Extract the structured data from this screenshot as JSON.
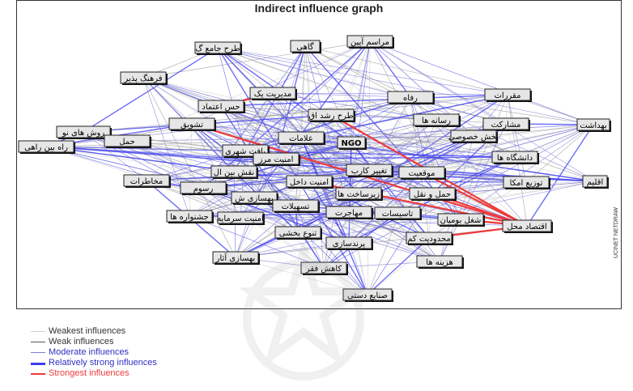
{
  "title": "Indirect influence graph",
  "side_note": "UCINET NETDRAW",
  "legend": [
    {
      "label": "Weakest influences",
      "color": "#cfcfcf",
      "width": 1
    },
    {
      "label": "Weak influences",
      "color": "#555555",
      "width": 1
    },
    {
      "label": "Moderate influences",
      "color": "#7f7fd8",
      "width": 1
    },
    {
      "label": "Relatively strong influences",
      "color": "#3c3cf0",
      "width": 3
    },
    {
      "label": "Strongest influences",
      "color": "#ee3b3b",
      "width": 2
    }
  ],
  "nodes": [
    {
      "id": "marasem",
      "label": "مراسم آیین"
    },
    {
      "id": "gahi",
      "label": "گاهی"
    },
    {
      "id": "tarh",
      "label": "طرح جامع گ"
    },
    {
      "id": "farhang",
      "label": "فرهنگ پذیر"
    },
    {
      "id": "modiriat_yek",
      "label": "مدیریت یک"
    },
    {
      "id": "hes",
      "label": "حس اعتماد"
    },
    {
      "id": "refah",
      "label": "رفاه"
    },
    {
      "id": "tarhroshd",
      "label": "طرح رشد اق"
    },
    {
      "id": "moqararat",
      "label": "مقررات"
    },
    {
      "id": "behdasht",
      "label": "بهداشت"
    },
    {
      "id": "rasaneh",
      "label": "رسانه ها"
    },
    {
      "id": "mosharekat",
      "label": "مشارکت"
    },
    {
      "id": "bakhsh",
      "label": "بخش خصوصی"
    },
    {
      "id": "tashvigh",
      "label": "تشویق"
    },
    {
      "id": "roush",
      "label": "روش های نو"
    },
    {
      "id": "haml",
      "label": "حمل"
    },
    {
      "id": "rah",
      "label": "راه بین راهی"
    },
    {
      "id": "alamat",
      "label": "علامات"
    },
    {
      "id": "ngo",
      "label": "NGO"
    },
    {
      "id": "daneshgah",
      "label": "دانشگاه ها"
    },
    {
      "id": "eghlim",
      "label": "اقلیم"
    },
    {
      "id": "baft",
      "label": "بافت شهری"
    },
    {
      "id": "amniat_mar",
      "label": "امنیت مرز"
    },
    {
      "id": "taghir",
      "label": "تغییر کارب"
    },
    {
      "id": "movaghiat",
      "label": "موقعیت"
    },
    {
      "id": "toozi",
      "label": "توزیع امکا"
    },
    {
      "id": "naghsh",
      "label": "نقش بین ال"
    },
    {
      "id": "amniat_dakhel",
      "label": "امنیت داخل"
    },
    {
      "id": "zirsakht",
      "label": "زیرساخت ها"
    },
    {
      "id": "mokhatarat",
      "label": "مخاطرات"
    },
    {
      "id": "hamlonagh",
      "label": "حمل و نقل"
    },
    {
      "id": "rosoom",
      "label": "رسوم"
    },
    {
      "id": "behsazi",
      "label": "بهسازی ش"
    },
    {
      "id": "tashilat",
      "label": "تسهیلات"
    },
    {
      "id": "mohajerat",
      "label": "مهاجرت"
    },
    {
      "id": "tasisat",
      "label": "تاسیسات"
    },
    {
      "id": "jashnvareh",
      "label": "جشنواره ها"
    },
    {
      "id": "amniat_sarmaye",
      "label": "امنیت سرمایه"
    },
    {
      "id": "shoghl",
      "label": "شغل بومیان"
    },
    {
      "id": "eghtesad",
      "label": "اقتصاد محل"
    },
    {
      "id": "tanavo",
      "label": "تنوع بخشی"
    },
    {
      "id": "mahdoodiat",
      "label": "محدودیت کم"
    },
    {
      "id": "parandeh",
      "label": "پرندسازی"
    },
    {
      "id": "hazineh",
      "label": "هزینه ها"
    },
    {
      "id": "bahsazi_asar",
      "label": "بهسازی آثار"
    },
    {
      "id": "kahesh",
      "label": "کاهش فقر"
    },
    {
      "id": "sanaye",
      "label": "صنایع دستی"
    }
  ]
}
